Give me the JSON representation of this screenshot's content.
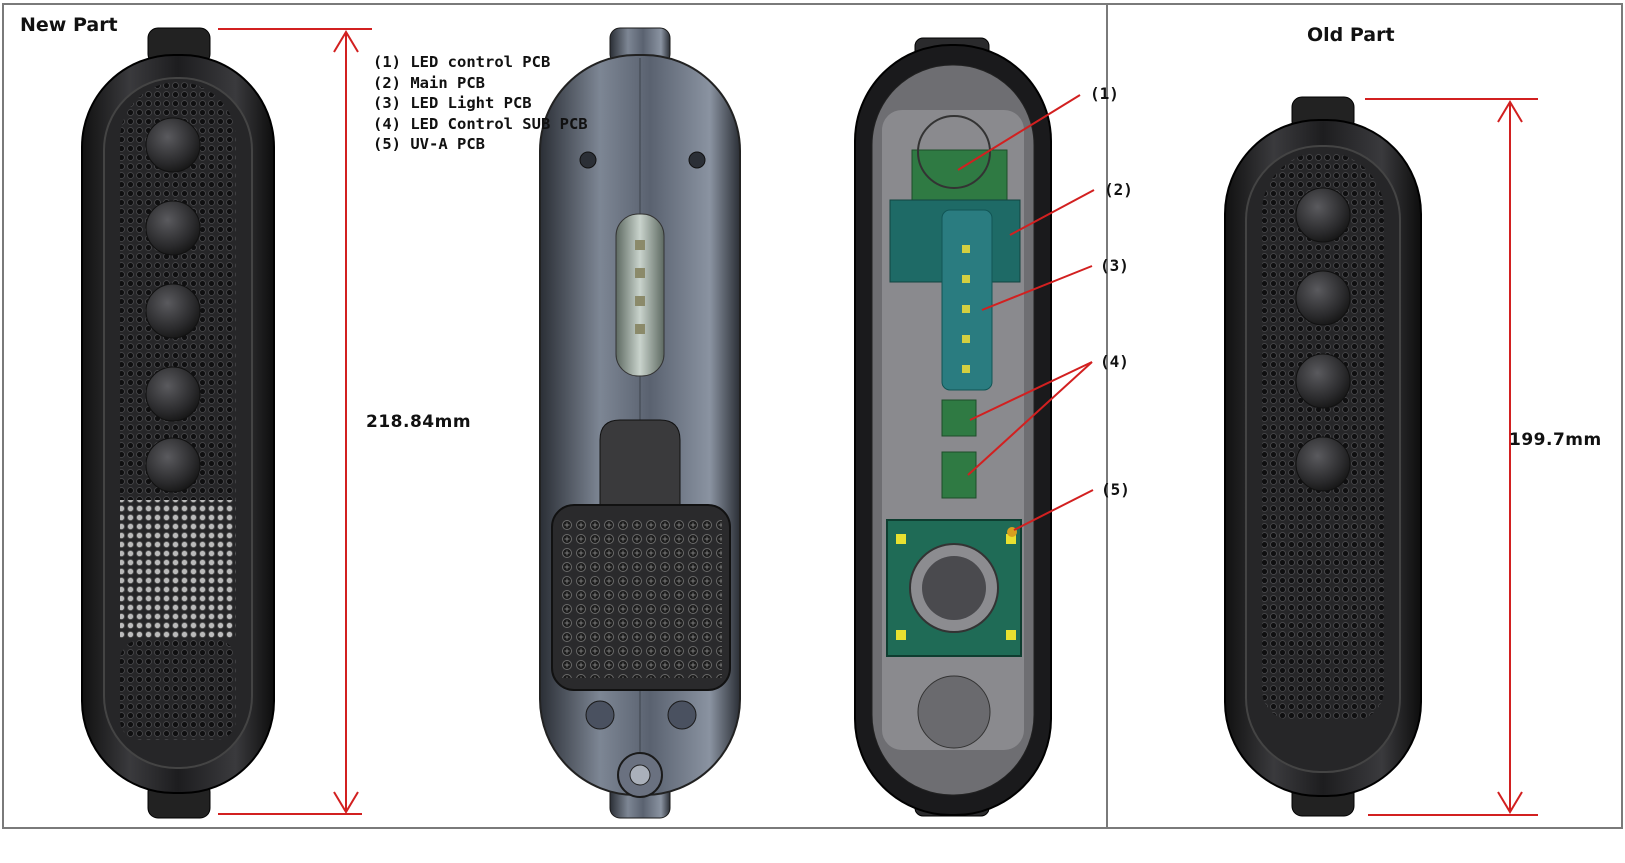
{
  "panels": {
    "new": {
      "title": "New Part"
    },
    "old": {
      "title": "Old Part"
    }
  },
  "legend": [
    "(1) LED control PCB",
    "(2) Main PCB",
    "(3) LED Light PCB",
    "(4) LED Control SUB PCB",
    "(5) UV-A PCB"
  ],
  "dimensions": {
    "new_height": "218.84mm",
    "old_height": "199.7mm"
  },
  "callouts": [
    "(1)",
    "(2)",
    "(3)",
    "(4)",
    "(5)"
  ],
  "colors": {
    "dimension_line": "#d22020",
    "housing": "#2a2a2c",
    "pcb": "#1f6b56",
    "border": "#7a7a7a"
  }
}
